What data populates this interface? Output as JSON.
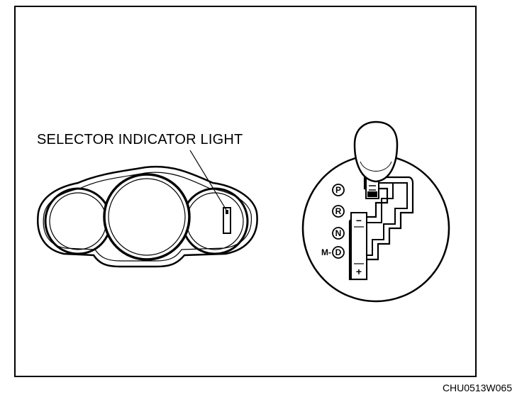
{
  "callout": {
    "label": "SELECTOR INDICATOR LIGHT"
  },
  "gear_positions": [
    {
      "letter": "P",
      "prefix": ""
    },
    {
      "letter": "R",
      "prefix": ""
    },
    {
      "letter": "N",
      "prefix": ""
    },
    {
      "letter": "D",
      "prefix": "M-"
    }
  ],
  "manual_gate": {
    "minus": "−",
    "plus": "+"
  },
  "figure": {
    "code": "CHU0513W065"
  }
}
